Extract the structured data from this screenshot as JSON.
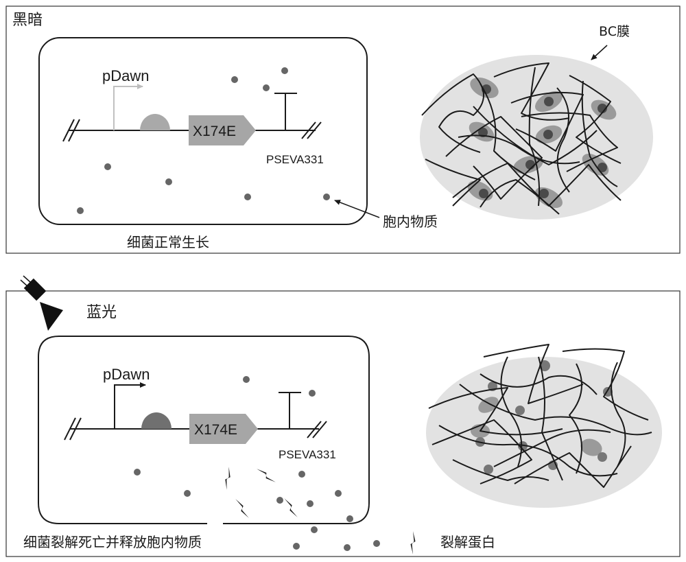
{
  "top_panel": {
    "state_label": "黑暗",
    "promoter_label": "pDawn",
    "gene_label": "X174E",
    "plasmid_label": "PSEVA331",
    "intracellular_label": "胞内物质",
    "cell_caption": "细菌正常生长",
    "membrane_label": "BC膜"
  },
  "bottom_panel": {
    "state_label": "蓝光",
    "promoter_label": "pDawn",
    "gene_label": "X174E",
    "plasmid_label": "PSEVA331",
    "cell_caption": "细菌裂解死亡并释放胞内物质",
    "legend_label": "裂解蛋白"
  },
  "colors": {
    "outline": "#1a1a1a",
    "membrane_fill": "#e2e2e2",
    "particle": "#666666",
    "gene_box": "#a6a6a6",
    "rbs_inactive": "#a9a9a9",
    "rbs_active": "#707070",
    "promoter_inactive": "#c0c0c0"
  }
}
